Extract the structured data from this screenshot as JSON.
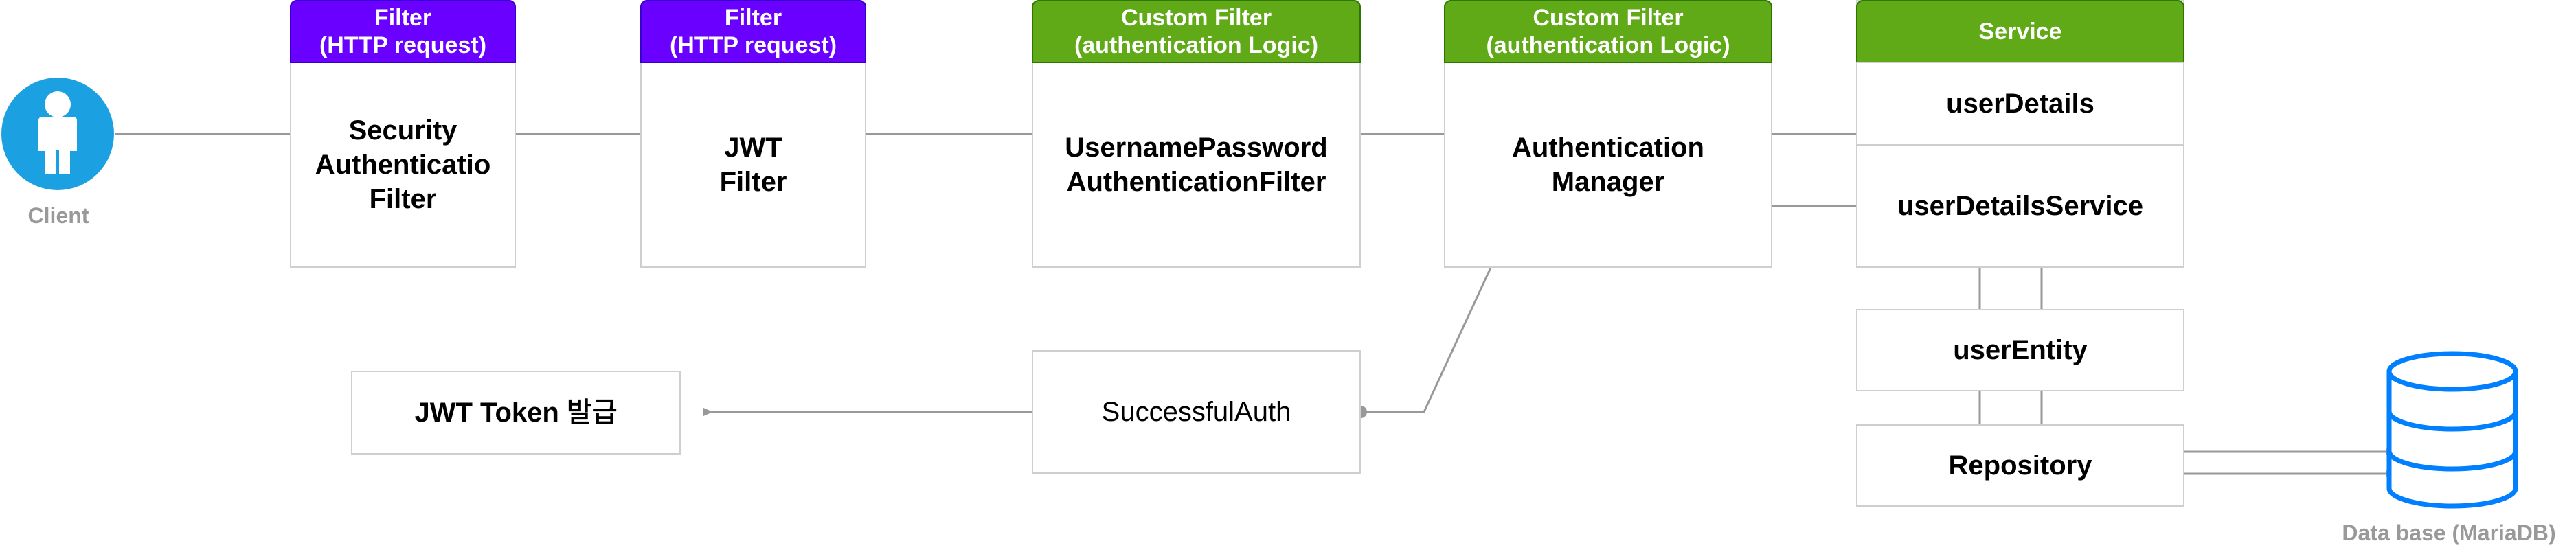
{
  "client": {
    "label": "Client"
  },
  "filters": [
    {
      "header_line1": "Filter",
      "header_line2": "(HTTP request)",
      "body_line1": "Security",
      "body_line2": "Authenticatio",
      "body_line3": "Filter"
    },
    {
      "header_line1": "Filter",
      "header_line2": "(HTTP request)",
      "body_line1": "JWT",
      "body_line2": "Filter"
    },
    {
      "header_line1": "Custom Filter",
      "header_line2": "(authentication Logic)",
      "body_line1": "UsernamePassword",
      "body_line2": "AuthenticationFilter"
    },
    {
      "header_line1": "Custom Filter",
      "header_line2": "(authentication Logic)",
      "body_line1": "Authentication",
      "body_line2": "Manager"
    }
  ],
  "service": {
    "header": "Service",
    "items": [
      "userDetails",
      "userDetailsService"
    ]
  },
  "user_entity": "userEntity",
  "repository": "Repository",
  "successful_auth": "SuccessfulAuth",
  "jwt_token": "JWT Token 발급",
  "database": {
    "label": "Data base (MariaDB)"
  },
  "colors": {
    "filter_header": "#6a00ff",
    "custom_filter_header": "#60a917",
    "client_icon": "#1ba1e2",
    "database_stroke": "#007fff",
    "connector": "#999999",
    "box_border": "#cfcfcf"
  }
}
